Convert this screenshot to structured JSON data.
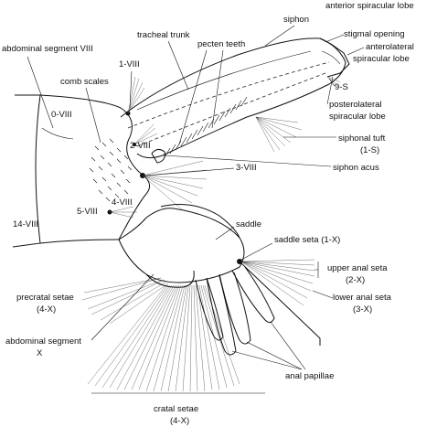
{
  "labels": {
    "anterior_spiracular_lobe": "anterior spiracular lobe",
    "siphon": "siphon",
    "tracheal_trunk": "tracheal trunk",
    "pecten_teeth": "pecten teeth",
    "stigmal_opening": "stigmal opening",
    "abdominal_segment_viii": "abdominal segment VIII",
    "anterolateral_spiracular_lobe_1": "anterolateral",
    "anterolateral_spiracular_lobe_2": "spiracular lobe",
    "seta_1_viii": "1-VIII",
    "comb_scales": "comb scales",
    "seta_9_s": "9-S",
    "seta_0_viii": "0-VIII",
    "posterolateral_spiracular_lobe_1": "posterolateral",
    "posterolateral_spiracular_lobe_2": "spiracular lobe",
    "seta_2_viii": "2-VIII",
    "siphonal_tuft_1": "siphonal tuft",
    "siphonal_tuft_2": "(1-S)",
    "seta_3_viii": "3-VIII",
    "siphon_acus": "siphon acus",
    "seta_4_viii": "4-VIII",
    "seta_5_viii": "5-VIII",
    "saddle": "saddle",
    "seta_14_viii": "14-VIII",
    "saddle_seta": "saddle seta (1-X)",
    "upper_anal_seta_1": "upper anal seta",
    "upper_anal_seta_2": "(2-X)",
    "precratal_setae_1": "precratal setae",
    "precratal_setae_2": "(4-X)",
    "lower_anal_seta_1": "lower anal seta",
    "lower_anal_seta_2": "(3-X)",
    "abdominal_segment_x_1": "abdominal segment",
    "abdominal_segment_x_2": "X",
    "anal_papillae": "anal papillae",
    "cratal_setae_1": "cratal setae",
    "cratal_setae_2": "(4-X)"
  }
}
